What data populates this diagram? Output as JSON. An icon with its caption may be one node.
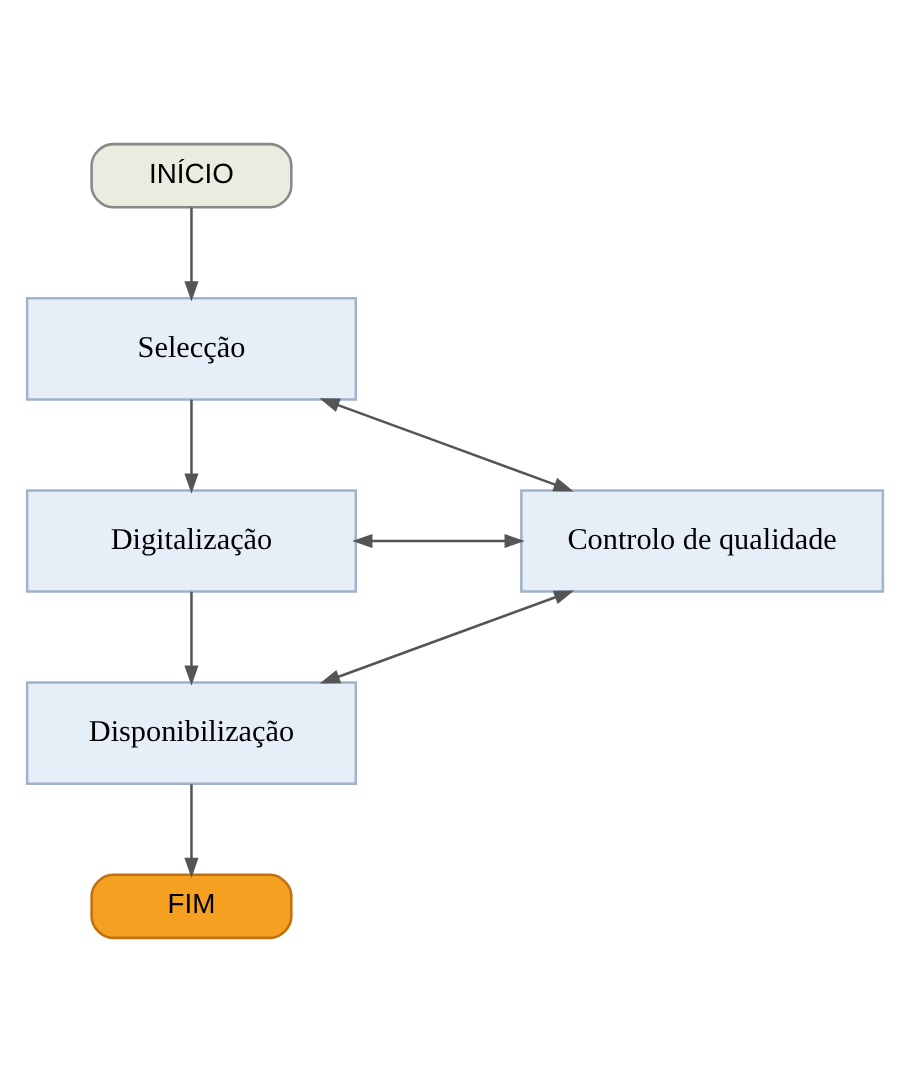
{
  "diagram": {
    "nodes": [
      {
        "text": [
          "INÍCIO"
        ]
      },
      {
        "text": [
          "Selecção"
        ]
      },
      {
        "text": [
          "Digitalização"
        ]
      },
      {
        "text": [
          "Controlo de qualidade"
        ]
      },
      {
        "text": [
          "Disponibilização"
        ]
      },
      {
        "text": [
          "FIM"
        ]
      }
    ],
    "edges": [
      {
        "from": 0,
        "to": 1,
        "arrow": "to"
      },
      {
        "from": 1,
        "to": 2,
        "arrow": "to"
      },
      {
        "from": 2,
        "to": 4,
        "arrow": "to"
      },
      {
        "from": 4,
        "to": 5,
        "arrow": "to"
      },
      {
        "from": 3,
        "to": 1,
        "arrow": "both"
      },
      {
        "from": 2,
        "to": 3,
        "arrow": "both"
      },
      {
        "from": 3,
        "to": 4,
        "arrow": "both"
      }
    ]
  }
}
